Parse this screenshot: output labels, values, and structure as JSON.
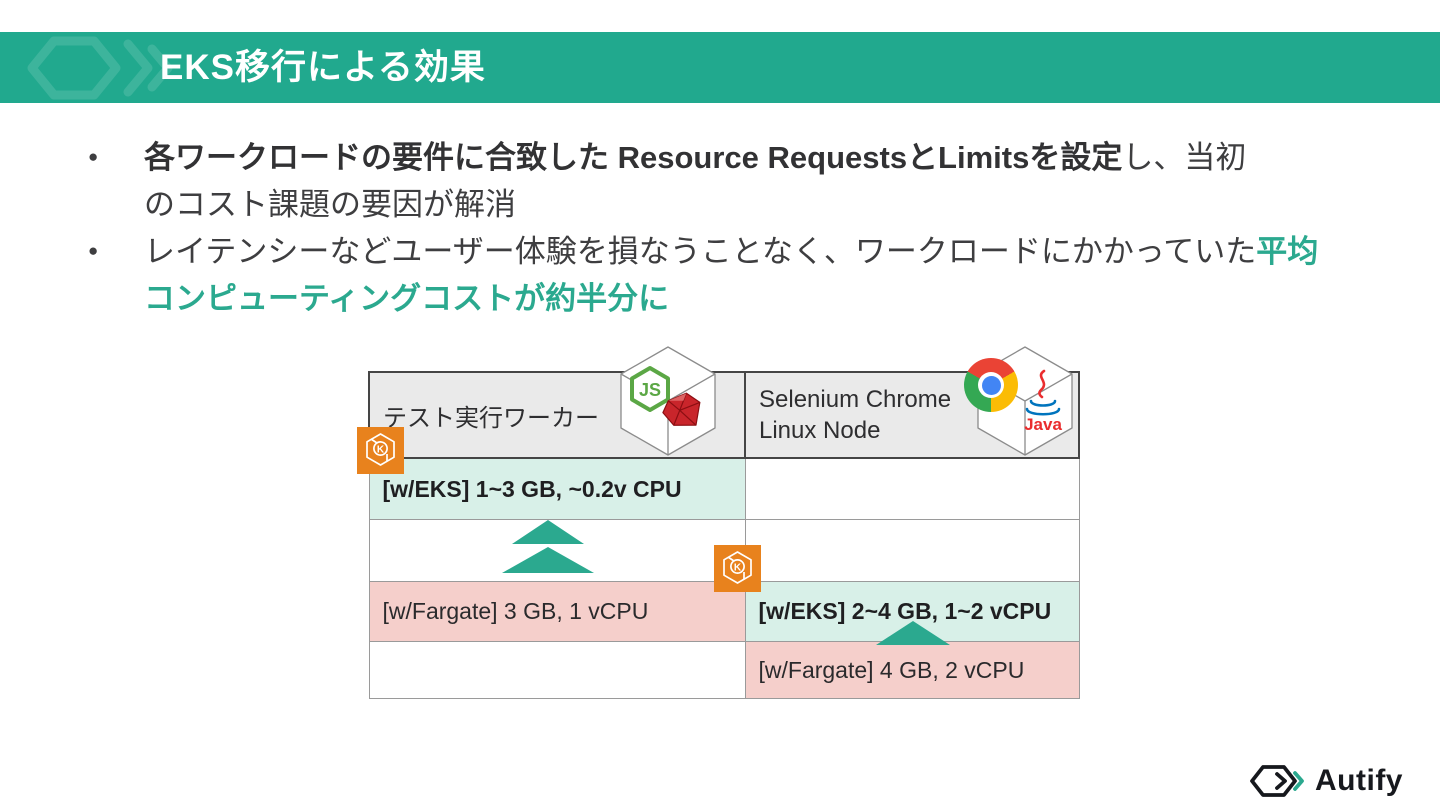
{
  "header": {
    "title": "EKS移行による効果"
  },
  "bullets": [
    {
      "bold": "各ワークロードの要件に合致した Resource RequestsとLimitsを設定",
      "normal": "し、当初\nのコスト課題の要因が解消"
    },
    {
      "normal": "レイテンシーなどユーザー体験を損なうことなく、ワークロードにかかっていた",
      "highlight": "平均\nコンピューティングコストが約半分に"
    }
  ],
  "table": {
    "header_left": "テスト実行ワーカー",
    "header_right": "Selenium Chrome Linux Node",
    "rows": [
      {
        "left": "[w/EKS] 1~3 GB, ~0.2v CPU",
        "right": ""
      },
      {
        "left": "",
        "right": ""
      },
      {
        "left": "[w/Fargate] 3 GB, 1 vCPU",
        "right": "[w/EKS] 2~4 GB, 1~2 vCPU"
      },
      {
        "left": "",
        "right": "[w/Fargate] 4 GB, 2 vCPU"
      }
    ]
  },
  "icons": {
    "eks_label": "K",
    "nodejs_label": "JS",
    "java_label": "Java"
  },
  "footer": {
    "brand": "Autify"
  },
  "colors": {
    "bar_teal": "#21A98E",
    "accent_teal": "#2BA98F",
    "mint": "#D8F0E8",
    "pink": "#F5CFCB",
    "header_gray": "#EAEAEA",
    "eks_orange": "#E8821D"
  }
}
